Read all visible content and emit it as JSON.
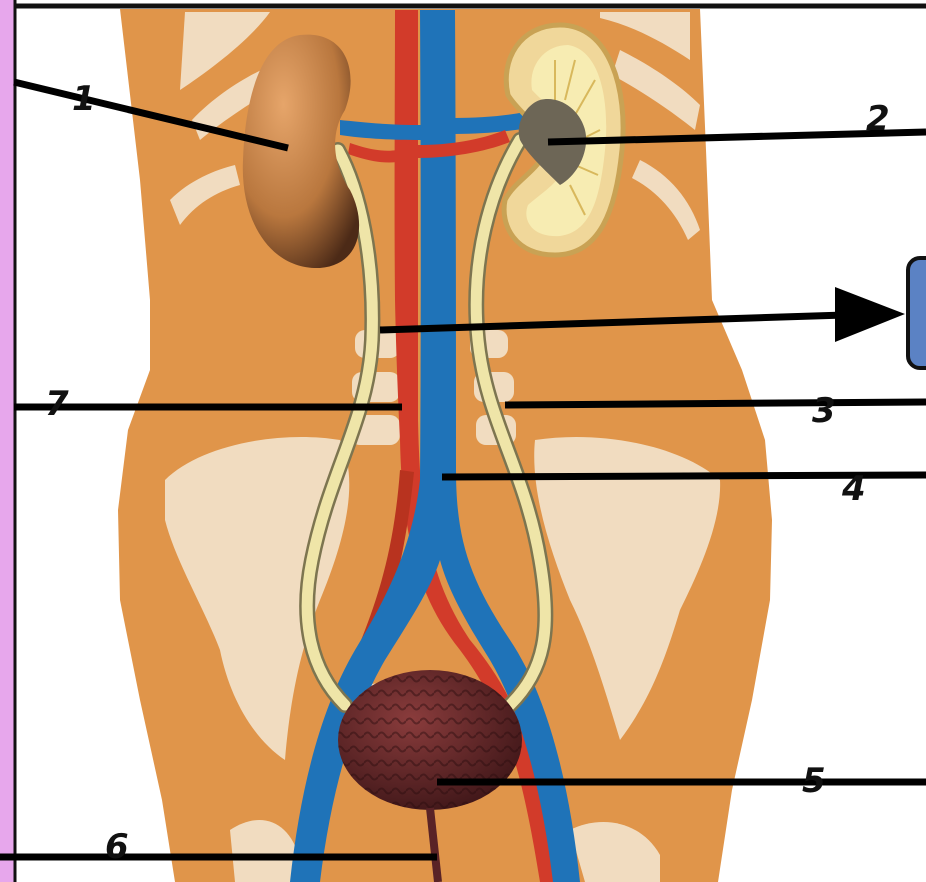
{
  "labels": {
    "n1": "1",
    "n2": "2",
    "n3": "3",
    "n4": "4",
    "n5": "5",
    "n6": "6",
    "n7": "7"
  },
  "colors": {
    "left_border": "#e7a7ec",
    "frame": "#111111",
    "body_skin": "#e0954a",
    "bone": "#f1dcc0",
    "vein": "#1f73b8",
    "artery": "#d23b2a",
    "ureter": "#efe5a8",
    "kidney": "#b9773e",
    "bladder": "#5a2326",
    "answer_box": "#5b82c4",
    "leader_line": "#000000"
  },
  "icons": [
    "arrow-right-icon"
  ]
}
